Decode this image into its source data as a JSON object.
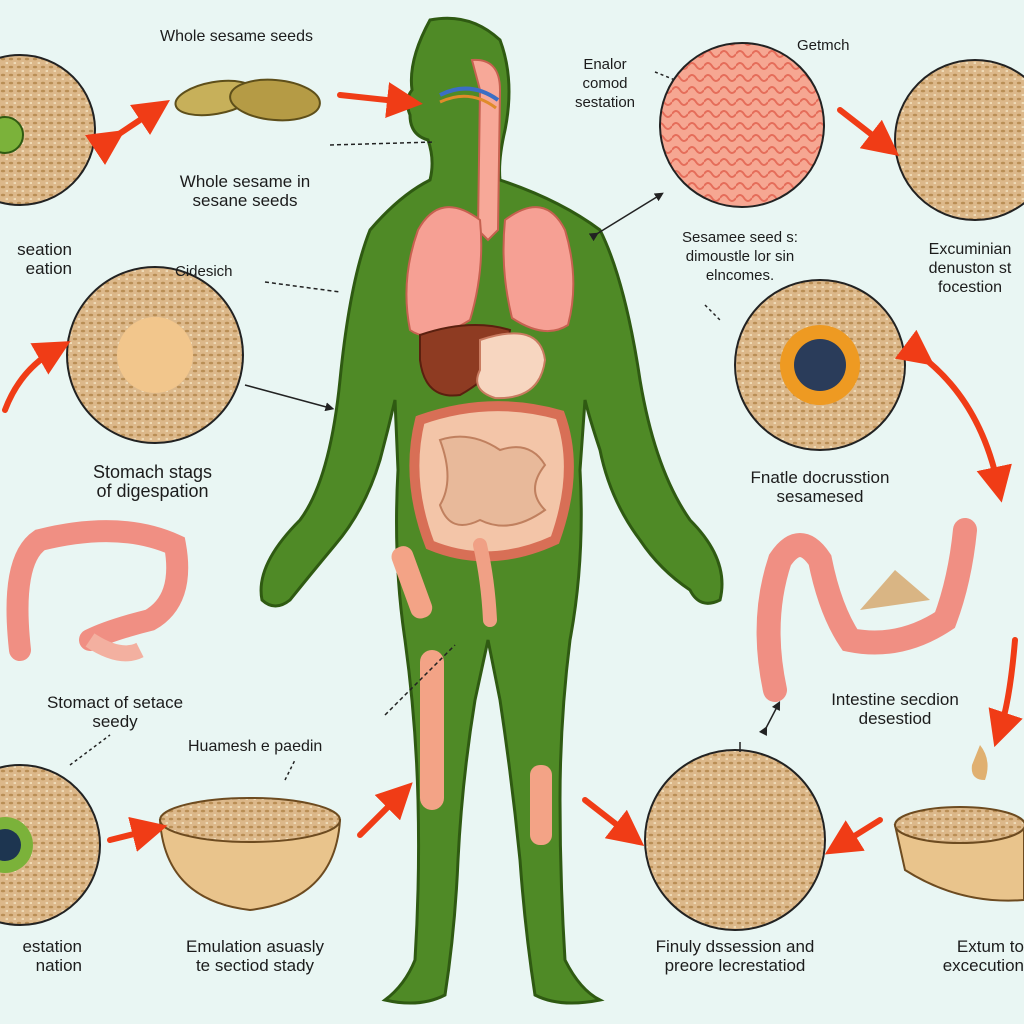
{
  "labels": {
    "top_title": "Whole sesame seeds",
    "enalor": [
      "Enalor",
      "comod",
      "sestation"
    ],
    "getmch": "Getmch",
    "whole_in": [
      "Whole sesame in",
      "sesane seeds"
    ],
    "seation_left": [
      "seation",
      "eation"
    ],
    "cidesich": "Cidesich",
    "sesamee": [
      "Sesamee seed s:",
      "dimoustle lor sin",
      "elncomes."
    ],
    "excuminian": [
      "Excuminian",
      "denuston st",
      "focestion"
    ],
    "stomach_stages": [
      "Stomach stags",
      "of digespation"
    ],
    "fnatle": [
      "Fnatle docrusstion",
      "sesamesed"
    ],
    "stomact_of_setace": [
      "Stomact of setace",
      "seedy"
    ],
    "intestine_section": [
      "Intestine secdion",
      "desestiod"
    ],
    "huamesh": "Huamesh e paedin",
    "ecstation": [
      "estation",
      "nation"
    ],
    "emulation": [
      "Emulation asuasly",
      "te sectiod stady"
    ],
    "finuly": [
      "Finuly dssession and",
      "preore lecrestatiod"
    ],
    "extum": [
      "Extum to",
      "excecution"
    ]
  },
  "colors": {
    "background": "#e9f6f3",
    "body": "#4f8a26",
    "body_outline": "#2f5a12",
    "arrow": "#f03c16",
    "organ": "#f2a28e",
    "seed": "#d9b584",
    "bowl": "#e9c48c"
  }
}
